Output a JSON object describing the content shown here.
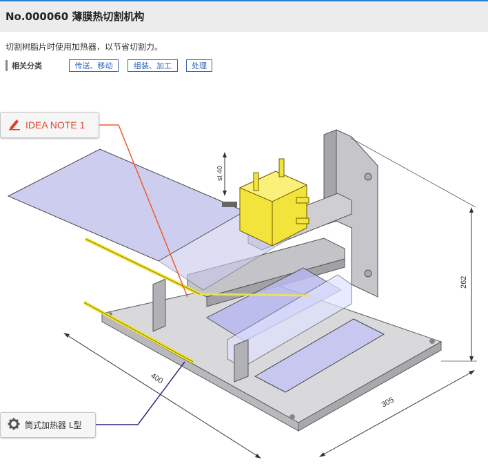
{
  "header": {
    "title": "No.000060 薄膜热切割机构"
  },
  "description": "切割树脂片时使用加热器，以节省切割力。",
  "categories": {
    "label": "相关分类",
    "tags": [
      "传送、移动",
      "组装、加工",
      "处理"
    ]
  },
  "figure": {
    "dim_stroke": "st 40",
    "dim_height": "262",
    "dim_width": "400",
    "dim_depth": "305"
  },
  "callouts": {
    "idea_note": "IDEA NOTE 1",
    "heater": "筒式加热器 L型"
  },
  "colors": {
    "accent": "#2a7fd4",
    "tag_blue": "#2d63b8",
    "idea_red": "#e0422b",
    "leader_orange": "#f05a28",
    "leader_navy": "#2b2580",
    "cylinder_yellow": "#f2e43a",
    "film_lavender": "#c8c8ee"
  }
}
